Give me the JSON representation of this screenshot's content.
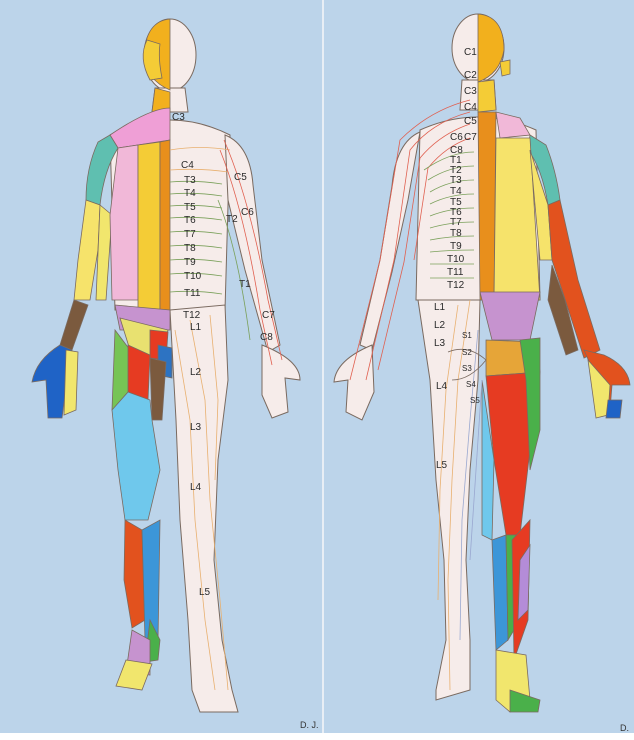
{
  "colors": {
    "background": "#bcd4ea",
    "skin": "#f6ecea",
    "outline": "#7a6a60",
    "guide_line": "#e8b070",
    "C1": "#f2b01d",
    "C2": "#f4cc36",
    "C3": "#ef9fd6",
    "C4": "#f1b8d8",
    "C5": "#5fbfb0",
    "C6": "#f6e36b",
    "C7": "#7b5a3e",
    "C8": "#1f63c6",
    "T1": "#f1e66d",
    "T2": "#f6e59a",
    "T12": "#c693cf",
    "L1": "#e8e170",
    "L2": "#76c455",
    "L3": "#6fc8ec",
    "L4": "#e2521e",
    "L5": "#3c96d8",
    "S1": "#4ab04a",
    "S2": "#e63b22",
    "S3": "#e6a538",
    "S4": "#b48cd8"
  },
  "front": {
    "labels_cervical": [
      "C3",
      "C4",
      "C5",
      "C6",
      "C7",
      "C8"
    ],
    "labels_thoracic": [
      "T3",
      "T4",
      "T5",
      "T6",
      "T7",
      "T8",
      "T9",
      "T10",
      "T11",
      "T12",
      "T2",
      "T1"
    ],
    "labels_lumbar": [
      "L1",
      "L2",
      "L3",
      "L4",
      "L5"
    ]
  },
  "back": {
    "labels_cervical": [
      "C1",
      "C2",
      "C3",
      "C4",
      "C5",
      "C6",
      "C7",
      "C8"
    ],
    "labels_thoracic": [
      "T1",
      "T2",
      "T3",
      "T4",
      "T5",
      "T6",
      "T7",
      "T8",
      "T9",
      "T10",
      "T11",
      "T12"
    ],
    "labels_lumbar": [
      "L1",
      "L2",
      "L3",
      "L4",
      "L5"
    ],
    "labels_sacral": [
      "S1",
      "S2",
      "S3",
      "S4",
      "S5"
    ]
  },
  "signature_left": "D. J.",
  "signature_right": "D."
}
